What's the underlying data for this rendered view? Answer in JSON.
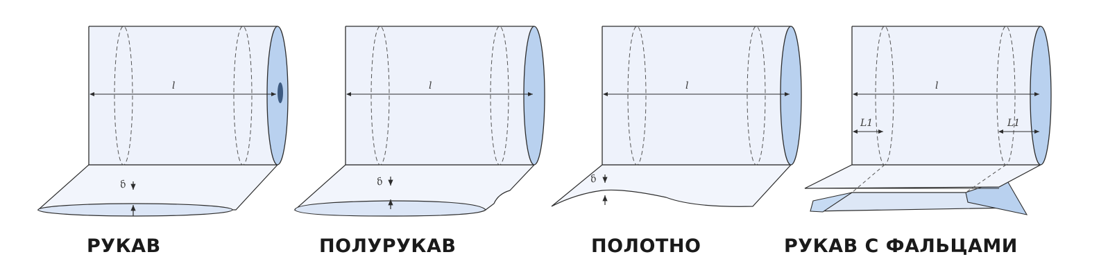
{
  "figures": [
    {
      "label": "РУКАВ",
      "dim_length": "l",
      "dim_thickness": "δ"
    },
    {
      "label": "ПОЛУРУКАВ",
      "dim_length": "l",
      "dim_thickness": "δ"
    },
    {
      "label": "ПОЛОТНО",
      "dim_length": "l",
      "dim_thickness": "δ"
    },
    {
      "label": "РУКАВ С ФАЛЬЦАМИ",
      "dim_length": "l",
      "dim_fold_left": "L1",
      "dim_fold_right": "L1"
    }
  ],
  "colors": {
    "body": "#eef2fb",
    "end_face": "#b9d1ef",
    "outline": "#2c2c2c",
    "fold": "#c7dbf3"
  }
}
